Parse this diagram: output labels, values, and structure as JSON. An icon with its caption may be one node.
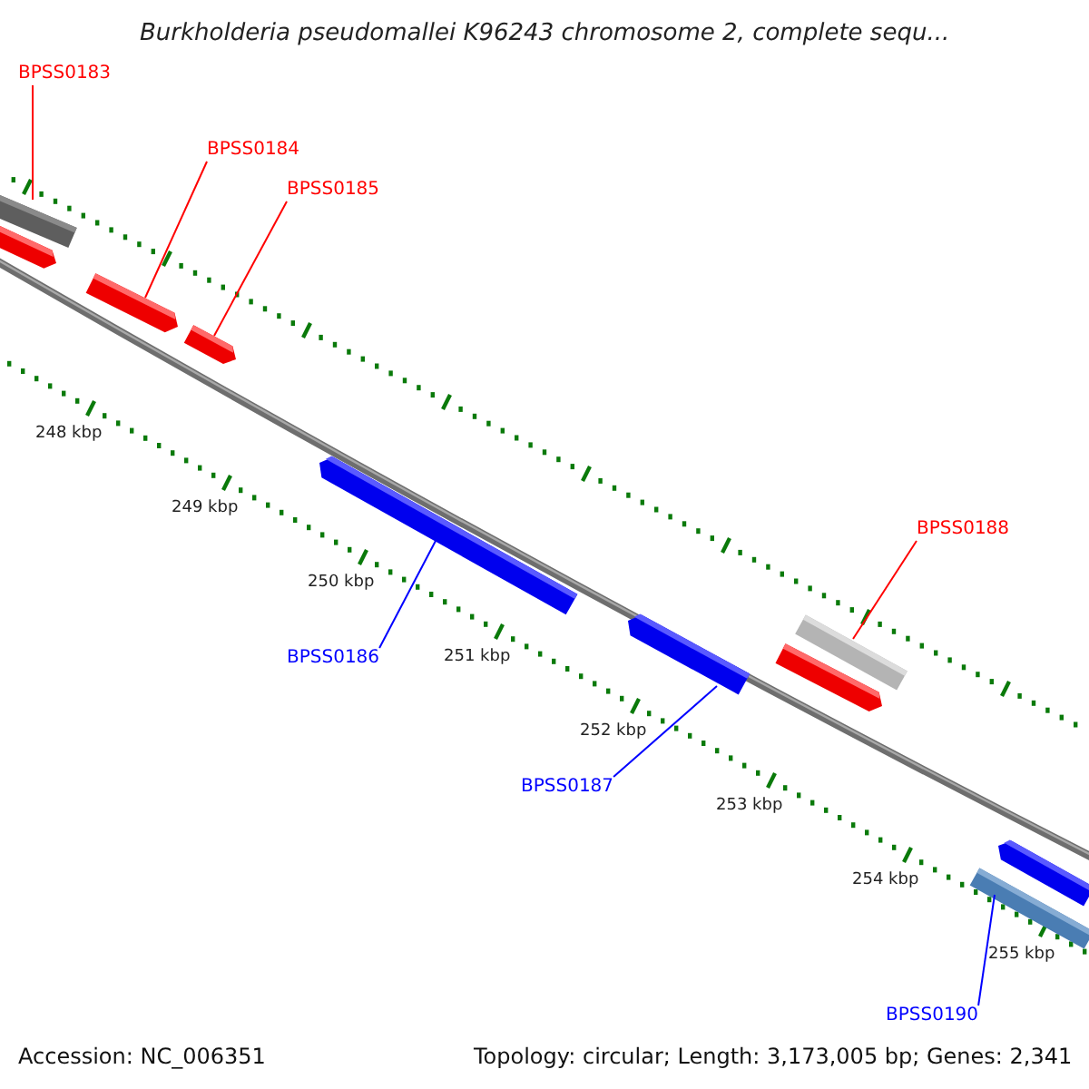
{
  "diagram": {
    "title": "Burkholderia pseudomallei K96243 chromosome 2, complete sequ...",
    "nodes": [
      {
        "text": [
          "BPSS0183"
        ]
      },
      {
        "text": [
          "BPSS0184"
        ]
      },
      {
        "text": [
          "BPSS0185"
        ]
      },
      {
        "text": [],
        "shape": "bar"
      },
      {
        "text": [],
        "shape": "bar"
      },
      {
        "text": [],
        "shape": "bar"
      },
      {
        "text": [],
        "shape": "bar"
      },
      {
        "text": [],
        "shape": "bar"
      },
      {
        "text": [
          "BPSS0188"
        ]
      },
      {
        "text": [],
        "shape": "bar"
      },
      {
        "text": [],
        "shape": "bar"
      },
      {
        "text": [],
        "shape": "bar"
      },
      {
        "text": [
          "BPSS0186"
        ]
      },
      {
        "text": [
          "BPSS0187"
        ]
      },
      {
        "text": [],
        "shape": "bar"
      },
      {
        "text": [],
        "shape": "bar"
      },
      {
        "text": [
          "BPSS0190"
        ]
      }
    ],
    "edges": [
      {
        "from": 0,
        "to": 3,
        "arrow": "none"
      },
      {
        "from": 1,
        "to": 5,
        "arrow": "none"
      },
      {
        "from": 2,
        "to": 6,
        "arrow": "none"
      },
      {
        "from": 8,
        "to": 10,
        "arrow": "none"
      },
      {
        "from": 12,
        "to": 7,
        "arrow": "none",
        "color": "#0000ff"
      },
      {
        "from": 13,
        "to": 9,
        "arrow": "none",
        "color": "#0000ff"
      },
      {
        "from": 16,
        "to": 15,
        "arrow": "none",
        "color": "#0000ff"
      }
    ],
    "labels": [
      "248 kbp",
      "249 kbp",
      "250 kbp",
      "251 kbp",
      "252 kbp",
      "253 kbp",
      "254 kbp",
      "255 kbp",
      "Accession: NC_006351",
      "Topology: circular; Length: 3,173,005 bp; Genes: 2,341"
    ]
  }
}
